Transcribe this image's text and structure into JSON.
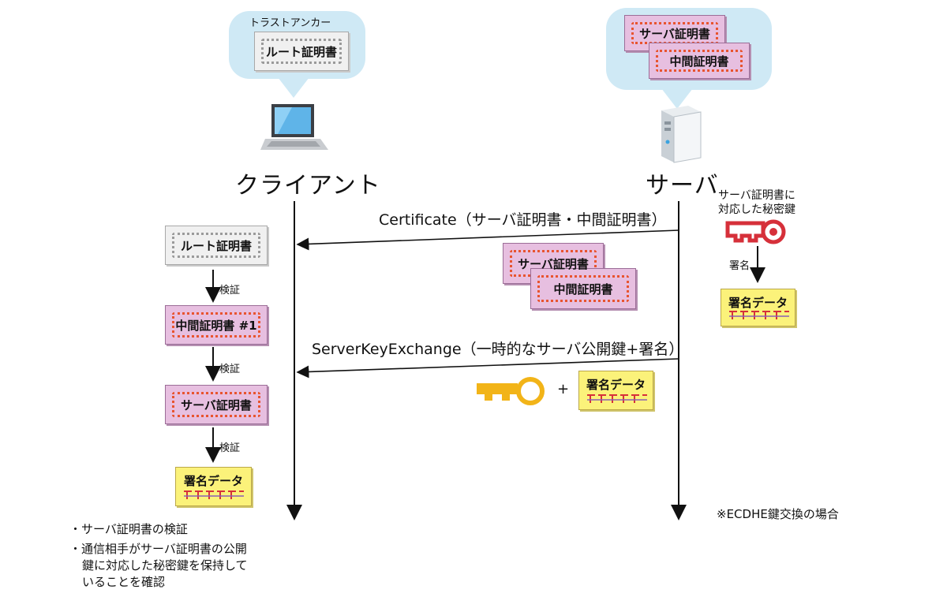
{
  "client": {
    "bubble_title": "トラストアンカー",
    "root_cert": "ルート証明書",
    "label": "クライアント"
  },
  "server": {
    "server_cert": "サーバ証明書",
    "intermediate_cert": "中間証明書",
    "label": "サーバ",
    "private_key_label_line1": "サーバ証明書に",
    "private_key_label_line2": "対応した秘密鍵",
    "sign_label": "署名",
    "signature_data": "署名データ"
  },
  "messages": [
    {
      "label": "Certificate（サーバ証明書・中間証明書）",
      "certs": [
        "サーバ証明書",
        "中間証明書"
      ]
    },
    {
      "label": "ServerKeyExchange（一時的なサーバ公開鍵+署名）",
      "plus": "+",
      "signature_data": "署名データ"
    }
  ],
  "chain": {
    "root": "ルート証明書",
    "intermediate": "中間証明書 #1",
    "server": "サーバ証明書",
    "signature": "署名データ",
    "verify_labels": [
      "検証",
      "検証",
      "検証"
    ]
  },
  "notes": {
    "bullet1": "・サーバ証明書の検証",
    "bullet2_line1": "・通信相手がサーバ証明書の公開",
    "bullet2_line2": "鍵に対応した秘密鍵を保持して",
    "bullet2_line3": "いることを確認",
    "footnote": "※ECDHE鍵交換の場合"
  },
  "colors": {
    "bubble": "#cfe9f5",
    "cert_pink": "#e7bfe0",
    "cert_gray": "#f0f0f0",
    "signature_yellow": "#fbf27a",
    "private_key_red": "#d6303a",
    "public_key_orange": "#f2b418"
  },
  "icons": [
    "laptop-icon",
    "server-icon",
    "private-key-icon",
    "public-key-icon"
  ]
}
